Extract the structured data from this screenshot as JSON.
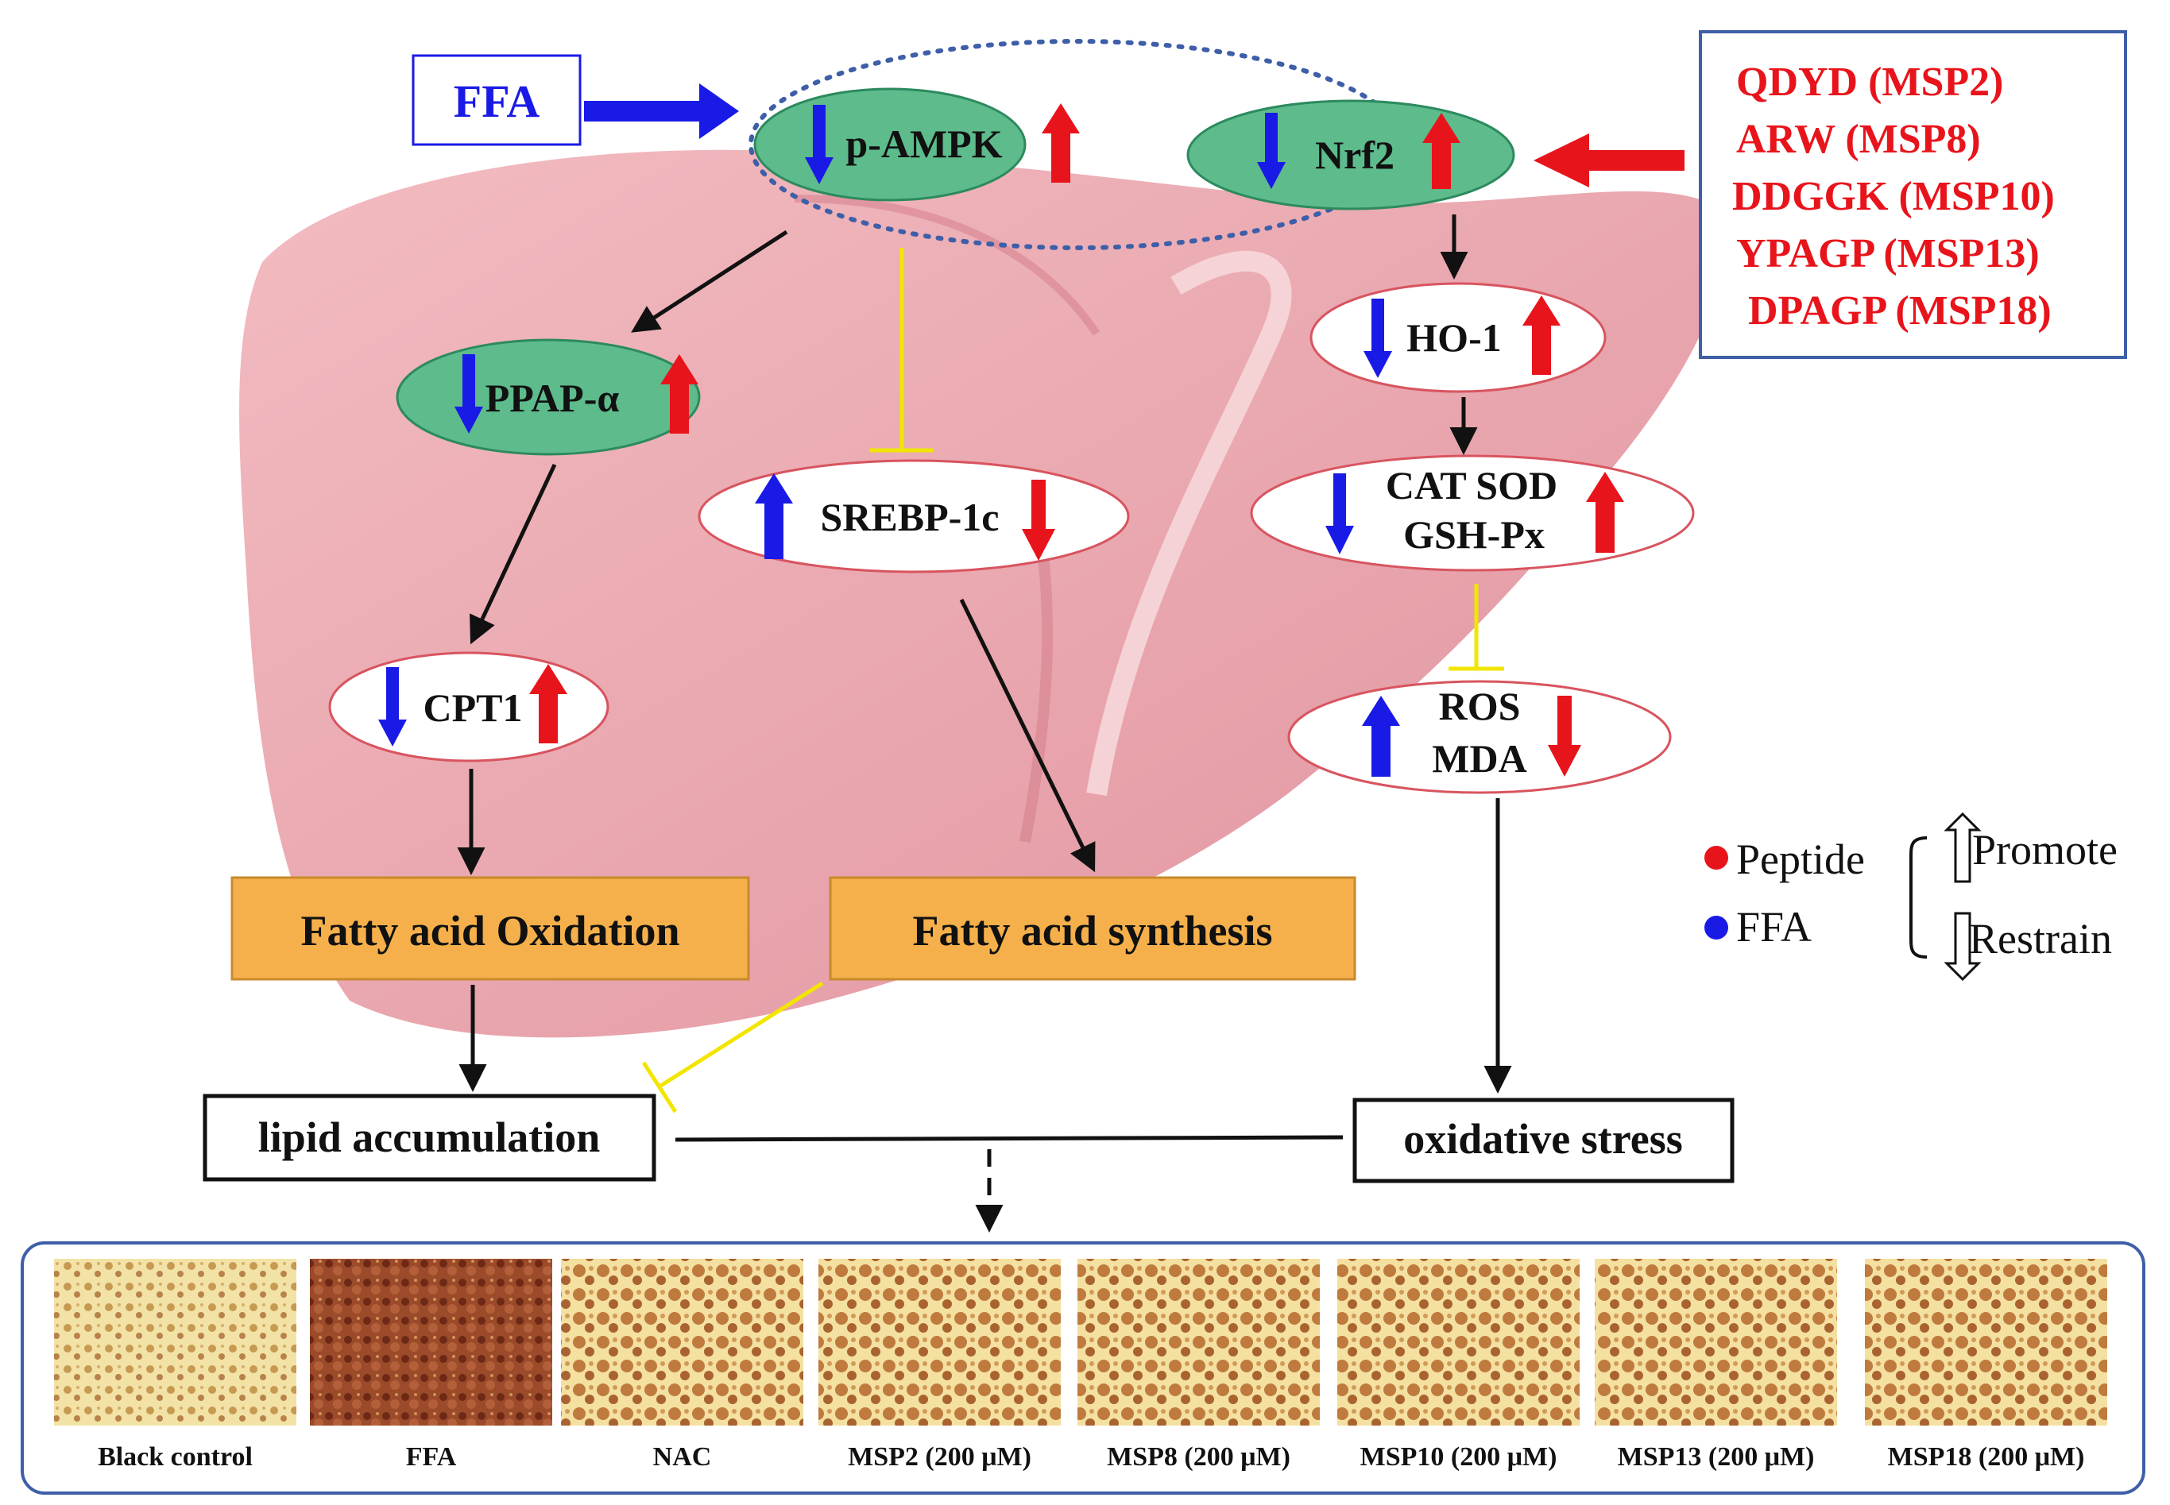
{
  "stimulus": {
    "label": "FFA"
  },
  "peptides": {
    "items": [
      "QDYD (MSP2)",
      "ARW (MSP8)",
      "DDGGK (MSP10)",
      "YPAGP (MSP13)",
      "DPAGP (MSP18)"
    ]
  },
  "nodes": {
    "p_ampk": "p-AMPK",
    "nrf2": "Nrf2",
    "ppap": "PPAP-α",
    "srebp": "SREBP-1c",
    "cpt1": "CPT1",
    "ho1": "HO-1",
    "cat_sod_line1": "CAT SOD",
    "cat_sod_line2": "GSH-Px",
    "ros_line1": "ROS",
    "ros_line2": "MDA"
  },
  "processes": {
    "oxidation": "Fatty acid Oxidation",
    "synthesis": "Fatty acid synthesis",
    "lipid": "lipid accumulation",
    "oxidative": "oxidative stress"
  },
  "legend": {
    "peptide": "Peptide",
    "ffa": "FFA",
    "promote": "Promote",
    "restrain": "Restrain"
  },
  "colors": {
    "peptide": "#e8141b",
    "ffa": "#1a1ae6",
    "node_green": "#5dbb8c",
    "process_orange": "#f5b04c",
    "inhibit_yellow": "#f2e600",
    "liver": "#e9a0a8"
  },
  "panels": [
    {
      "caption": "Black control"
    },
    {
      "caption": "FFA"
    },
    {
      "caption": "NAC"
    },
    {
      "caption": "MSP2 (200 μM)"
    },
    {
      "caption": "MSP8 (200 μM)"
    },
    {
      "caption": "MSP10 (200 μM)"
    },
    {
      "caption": "MSP13 (200 μM)"
    },
    {
      "caption": "MSP18 (200 μM)"
    }
  ]
}
